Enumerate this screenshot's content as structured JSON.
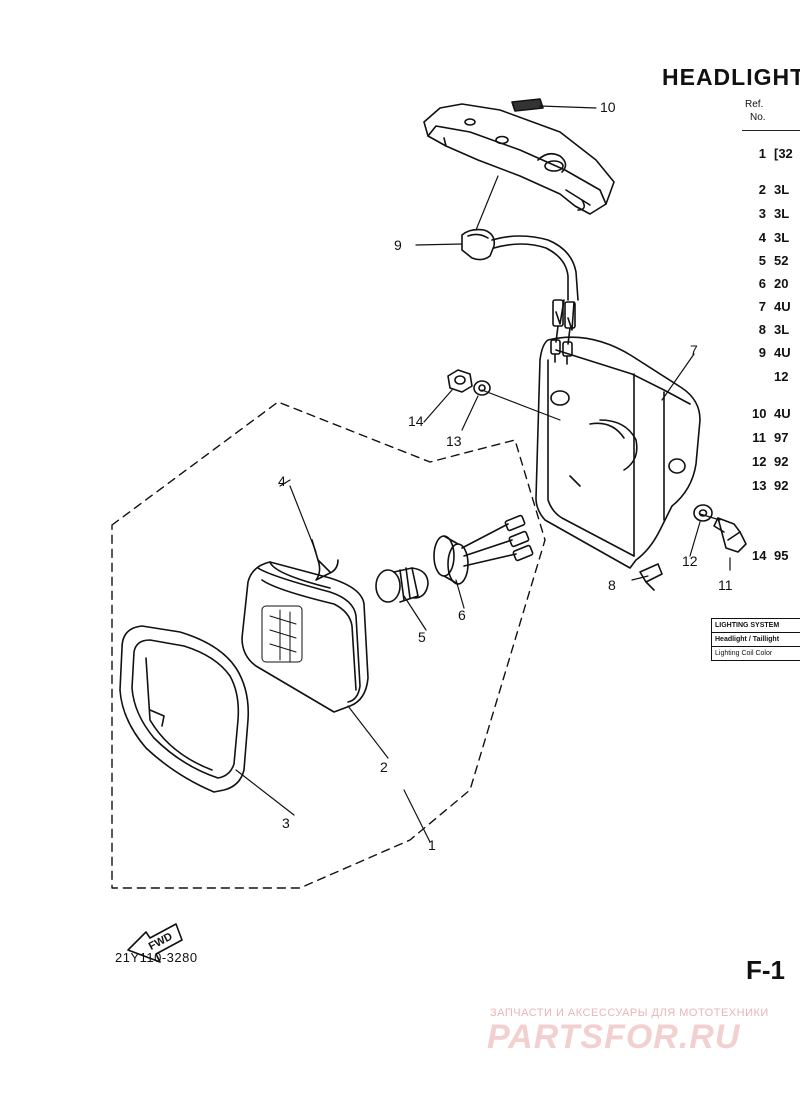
{
  "header": {
    "title": "HEADLIGHT",
    "ref_col": "Ref.",
    "no_col": "No."
  },
  "parts_list": [
    {
      "ref": "1",
      "part": "[32"
    },
    {
      "ref": "2",
      "part": "3L"
    },
    {
      "ref": "3",
      "part": "3L"
    },
    {
      "ref": "4",
      "part": "3L"
    },
    {
      "ref": "5",
      "part": "52"
    },
    {
      "ref": "6",
      "part": "20"
    },
    {
      "ref": "7",
      "part": "4U"
    },
    {
      "ref": "8",
      "part": "3L"
    },
    {
      "ref": "9",
      "part": "4U"
    },
    {
      "ref": "",
      "part": "12"
    },
    {
      "ref": "10",
      "part": "4U"
    },
    {
      "ref": "11",
      "part": "97"
    },
    {
      "ref": "12",
      "part": "92"
    },
    {
      "ref": "13",
      "part": "92"
    },
    {
      "ref": "14",
      "part": "95"
    }
  ],
  "legend": {
    "header": "LIGHTING SYSTEM",
    "row1": "Headlight / Taillight",
    "row2": "Lighting Coil Color"
  },
  "callouts": {
    "c1": "1",
    "c2": "2",
    "c3": "3",
    "c4": "4",
    "c5": "5",
    "c6": "6",
    "c7": "7",
    "c8": "8",
    "c9": "9",
    "c10": "10",
    "c11": "11",
    "c12": "12",
    "c13": "13",
    "c14": "14"
  },
  "fwd_label": "FWD",
  "diagram_code": "21Y110-3280",
  "page_id": "F-1",
  "watermark": {
    "tagline": "ЗАПЧАСТИ И АКСЕССУАРЫ ДЛЯ МОТОТЕХНИКИ",
    "logo": "PARTSFOR.RU"
  }
}
